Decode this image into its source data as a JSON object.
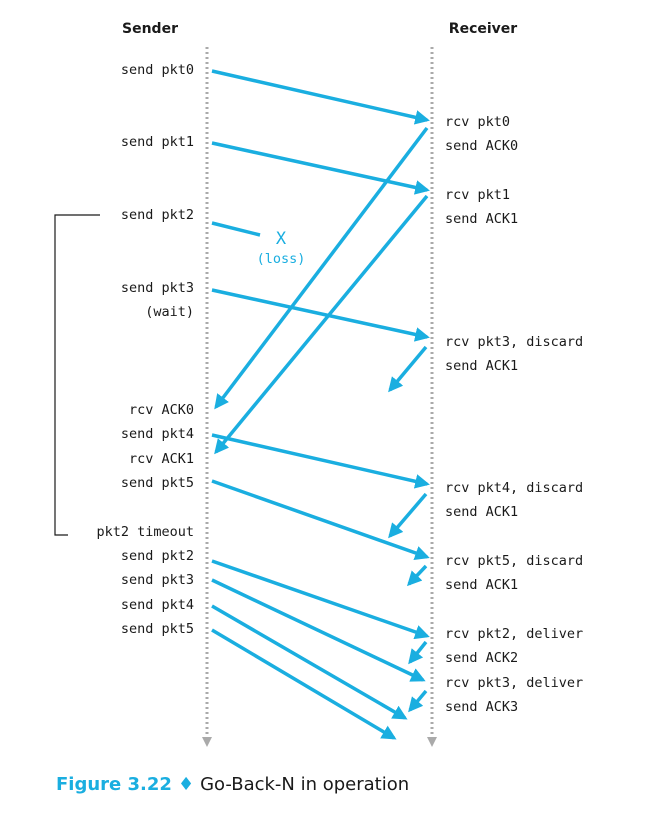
{
  "headers": {
    "sender": "Sender",
    "receiver": "Receiver"
  },
  "sender_labels": [
    "send pkt0",
    "send pkt1",
    "send pkt2",
    "send pkt3",
    "(wait)",
    "rcv ACK0",
    "send pkt4",
    "rcv ACK1",
    "send pkt5",
    "pkt2 timeout",
    "send pkt2",
    "send pkt3",
    "send pkt4",
    "send pkt5"
  ],
  "receiver_labels": [
    "rcv pkt0",
    "send ACK0",
    "rcv pkt1",
    "send ACK1",
    "rcv pkt3, discard",
    "send ACK1",
    "rcv pkt4, discard",
    "send ACK1",
    "rcv pkt5, discard",
    "send ACK1",
    "rcv pkt2, deliver",
    "send ACK2",
    "rcv pkt3, deliver",
    "send ACK3"
  ],
  "loss": {
    "mark": "X",
    "label": "(loss)"
  },
  "caption": {
    "figure": "Figure 3.22",
    "separator": "♦",
    "text": "Go-Back-N in operation"
  },
  "colors": {
    "arrow": "#1aaee0",
    "timeline": "#aaaaaa",
    "text": "#1a1a1a"
  }
}
